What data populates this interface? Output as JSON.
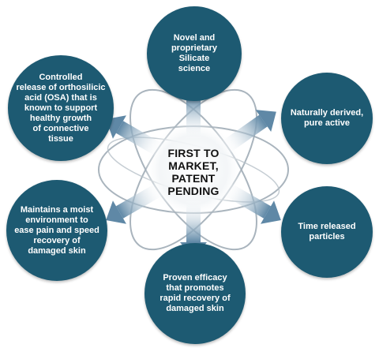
{
  "colors": {
    "bubble_fill": "#1d5a72",
    "orbit_stroke": "#9aa7b1",
    "arrow_fill": "#5f88a6",
    "center_text": "#111111"
  },
  "center": {
    "label": "FIRST TO\nMARKET,\nPATENT\nPENDING"
  },
  "bubbles": [
    {
      "label": "Novel and\nproprietary\nSilicate\nscience"
    },
    {
      "label": "Naturally derived,\npure active"
    },
    {
      "label": "Time released\nparticles"
    },
    {
      "label": "Proven efficacy\nthat promotes\nrapid recovery of\ndamaged skin"
    },
    {
      "label": "Maintains a moist\nenvironment to\nease pain and speed\nrecovery of\ndamaged skin"
    },
    {
      "label": "Controlled\nrelease of orthosilicic\nacid (OSA) that is\nknown to support\nhealthy growth\nof connective\ntissue"
    }
  ]
}
